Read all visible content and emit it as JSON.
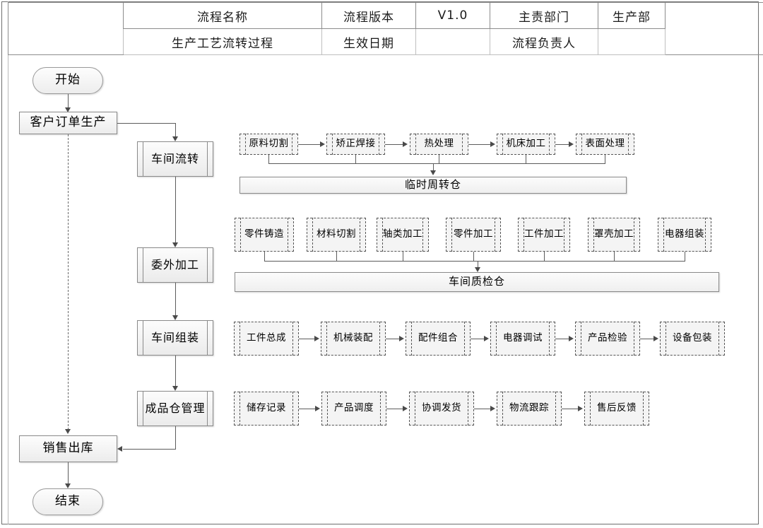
{
  "header": {
    "row1": {
      "blank_left": "",
      "process_name_label": "流程名称",
      "version_label": "流程版本",
      "version_value": "V1.0",
      "owner_dept_label": "主责部门",
      "owner_dept_value": "生产部",
      "blank_right": ""
    },
    "row2": {
      "blank_left": "",
      "process_name_value": "生产工艺流转过程",
      "effective_date_label": "生效日期",
      "effective_date_value": "",
      "process_owner_label": "流程负责人",
      "process_owner_value": "",
      "blank_right": ""
    }
  },
  "flow": {
    "start": "开始",
    "order_production": "客户订单生产",
    "sales_outbound": "销售出库",
    "end": "结束",
    "stages": [
      {
        "label": "车间流转"
      },
      {
        "label": "委外加工"
      },
      {
        "label": "车间组装"
      },
      {
        "label": "成品仓管理"
      }
    ],
    "row1_steps": [
      "原料切割",
      "矫正焊接",
      "热处理",
      "机床加工",
      "表面处理"
    ],
    "row1_store": "临时周转仓",
    "row2_steps": [
      "零件铸造",
      "材料切割",
      "轴类加工",
      "零件加工",
      "工件加工",
      "罩壳加工",
      "电器组装"
    ],
    "row2_store": "车间质检仓",
    "row3_steps": [
      "工件总成",
      "机械装配",
      "配件组合",
      "电器调试",
      "产品检验",
      "设备包装"
    ],
    "row4_steps": [
      "储存记录",
      "产品调度",
      "协调发货",
      "物流跟踪",
      "售后反馈"
    ]
  }
}
